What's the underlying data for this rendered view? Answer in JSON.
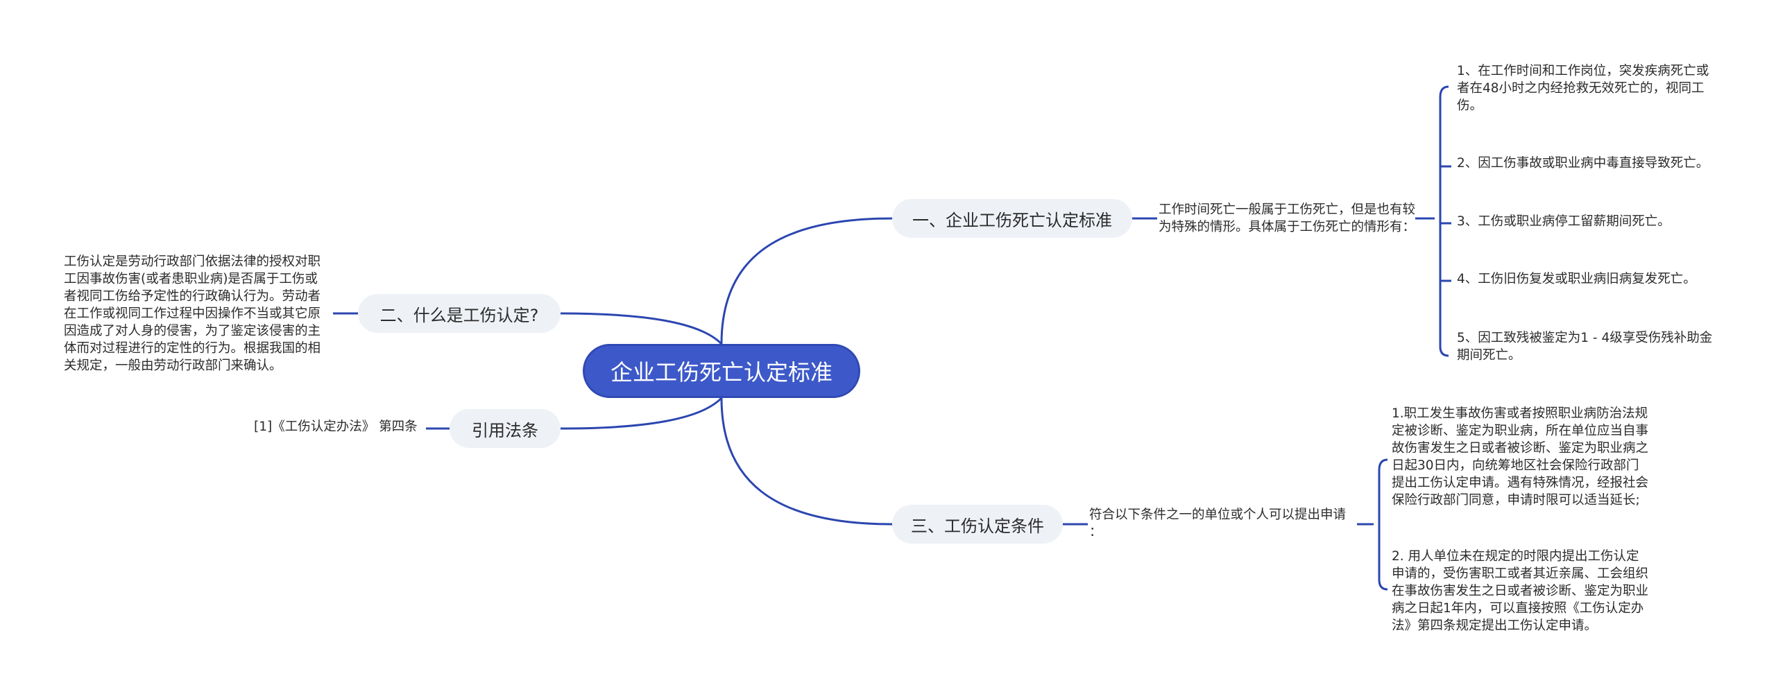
{
  "root": {
    "label": "企业工伤死亡认定标准"
  },
  "branches": {
    "b1": {
      "label": "一、企业工伤死亡认定标准",
      "desc": [
        "工作时间死亡一般属于工伤死亡，但是也有较",
        "为特殊的情形。具体属于工伤死亡的情形有："
      ],
      "items": [
        [
          "1、在工作时间和工作岗位，突发疾病死亡或",
          "者在48小时之内经抢救无效死亡的，视同工",
          "伤。"
        ],
        [
          "2、因工伤事故或职业病中毒直接导致死亡。"
        ],
        [
          "3、工伤或职业病停工留薪期间死亡。"
        ],
        [
          "4、工伤旧伤复发或职业病旧病复发死亡。"
        ],
        [
          "5、因工致残被鉴定为1 - 4级享受伤残补助金",
          "期间死亡。"
        ]
      ]
    },
    "b2": {
      "label": "二、什么是工伤认定?",
      "desc": [
        "工伤认定是劳动行政部门依据法律的授权对职",
        "工因事故伤害(或者患职业病)是否属于工伤或",
        "者视同工伤给予定性的行政确认行为。劳动者",
        "在工作或视同工作过程中因操作不当或其它原",
        "因造成了对人身的侵害，为了鉴定该侵害的主",
        "体而对过程进行的定性的行为。根据我国的相",
        "关规定，一般由劳动行政部门来确认。"
      ]
    },
    "b3": {
      "label": "引用法条",
      "desc": [
        "[1]《工伤认定办法》 第四条"
      ]
    },
    "b4": {
      "label": "三、工伤认定条件",
      "desc": [
        "符合以下条件之一的单位或个人可以提出申请",
        "："
      ],
      "items": [
        [
          "1.职工发生事故伤害或者按照职业病防治法规",
          "定被诊断、鉴定为职业病，所在单位应当自事",
          "故伤害发生之日或者被诊断、鉴定为职业病之",
          "日起30日内，向统筹地区社会保险行政部门",
          "提出工伤认定申请。遇有特殊情况，经报社会",
          "保险行政部门同意，申请时限可以适当延长;"
        ],
        [
          "2. 用人单位未在规定的时限内提出工伤认定",
          "申请的，受伤害职工或者其近亲属、工会组织",
          "在事故伤害发生之日或者被诊断、鉴定为职业",
          "病之日起1年内，可以直接按照《工伤认定办",
          "法》第四条规定提出工伤认定申请。"
        ]
      ]
    }
  },
  "colors": {
    "line": "#2c46b0",
    "root_bg": "#3d59c9",
    "branch_bg": "#eef1f6",
    "text": "#2b2b2b"
  }
}
